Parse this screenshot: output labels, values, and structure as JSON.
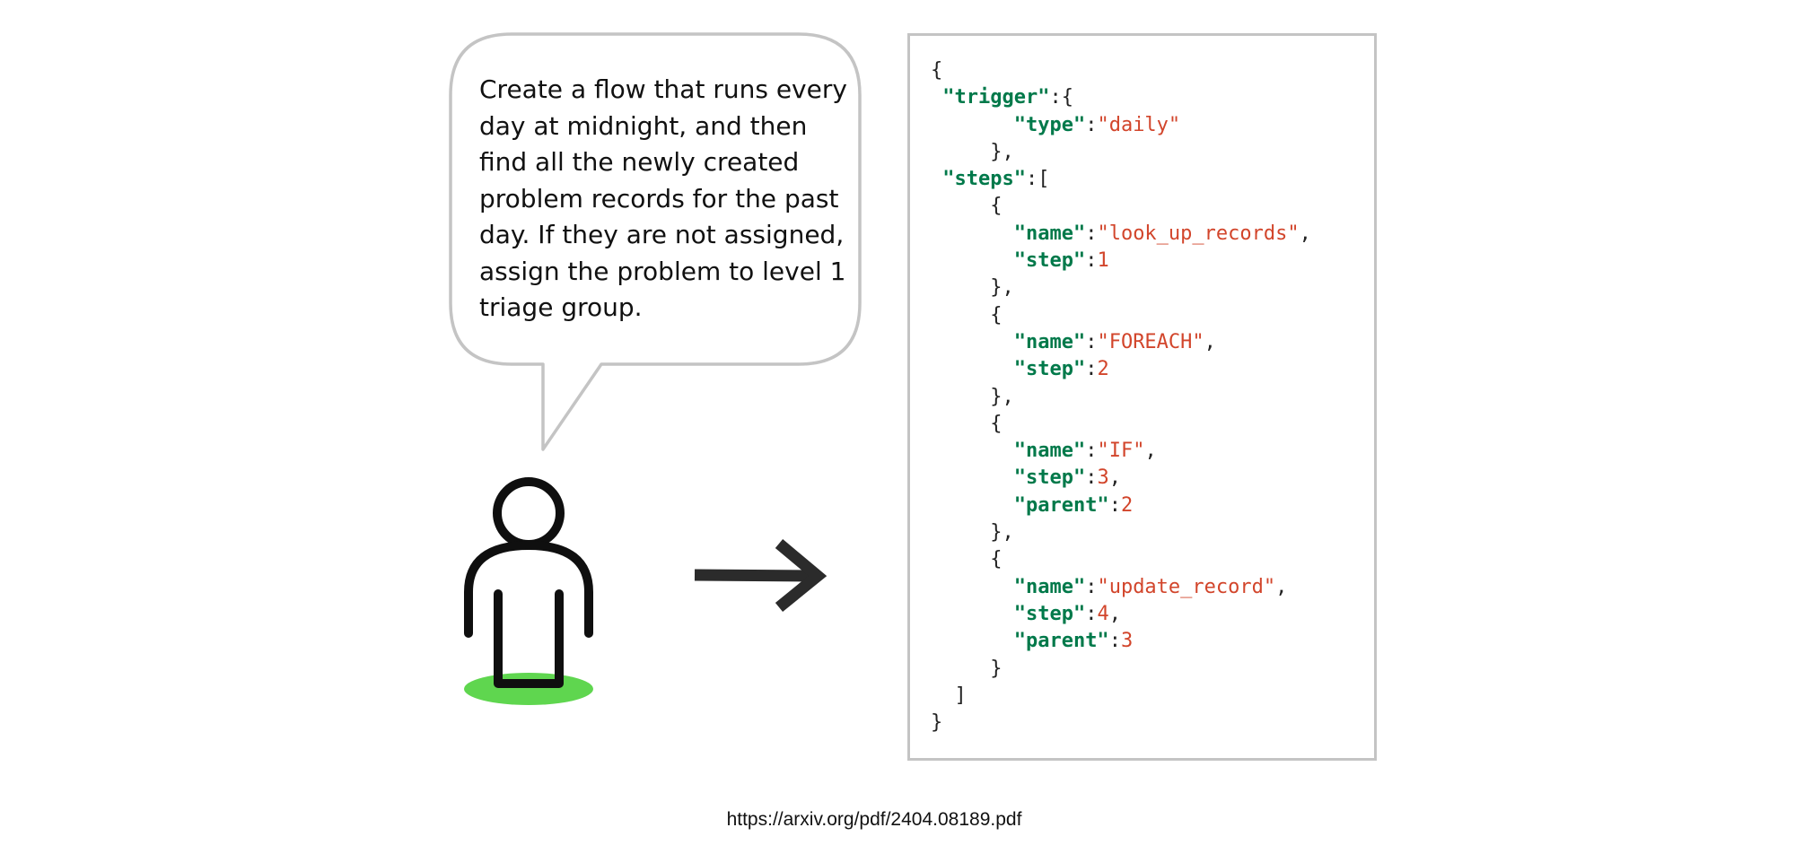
{
  "speech_bubble": {
    "lines": [
      "Create a flow that runs every",
      "day at midnight, and then",
      "find all the newly created",
      "problem records for the past",
      "day. If they are not assigned,",
      "assign the problem to level 1",
      "triage group."
    ]
  },
  "json_panel": {
    "lines": [
      {
        "indent": "",
        "tokens": [
          {
            "t": "p",
            "v": "{"
          }
        ]
      },
      {
        "indent": " ",
        "tokens": [
          {
            "t": "k",
            "v": "\"trigger\""
          },
          {
            "t": "p",
            "v": ":{"
          }
        ]
      },
      {
        "indent": "       ",
        "tokens": [
          {
            "t": "k",
            "v": "\"type\""
          },
          {
            "t": "p",
            "v": ":"
          },
          {
            "t": "s",
            "v": "\"daily\""
          }
        ]
      },
      {
        "indent": "     ",
        "tokens": [
          {
            "t": "p",
            "v": "},"
          }
        ]
      },
      {
        "indent": " ",
        "tokens": [
          {
            "t": "k",
            "v": "\"steps\""
          },
          {
            "t": "p",
            "v": ":["
          }
        ]
      },
      {
        "indent": "     ",
        "tokens": [
          {
            "t": "p",
            "v": "{"
          }
        ]
      },
      {
        "indent": "       ",
        "tokens": [
          {
            "t": "k",
            "v": "\"name\""
          },
          {
            "t": "p",
            "v": ":"
          },
          {
            "t": "s",
            "v": "\"look_up_records\""
          },
          {
            "t": "p",
            "v": ","
          }
        ]
      },
      {
        "indent": "       ",
        "tokens": [
          {
            "t": "k",
            "v": "\"step\""
          },
          {
            "t": "p",
            "v": ":"
          },
          {
            "t": "n",
            "v": "1"
          }
        ]
      },
      {
        "indent": "     ",
        "tokens": [
          {
            "t": "p",
            "v": "},"
          }
        ]
      },
      {
        "indent": "     ",
        "tokens": [
          {
            "t": "p",
            "v": "{"
          }
        ]
      },
      {
        "indent": "       ",
        "tokens": [
          {
            "t": "k",
            "v": "\"name\""
          },
          {
            "t": "p",
            "v": ":"
          },
          {
            "t": "s",
            "v": "\"FOREACH\""
          },
          {
            "t": "p",
            "v": ","
          }
        ]
      },
      {
        "indent": "       ",
        "tokens": [
          {
            "t": "k",
            "v": "\"step\""
          },
          {
            "t": "p",
            "v": ":"
          },
          {
            "t": "n",
            "v": "2"
          }
        ]
      },
      {
        "indent": "     ",
        "tokens": [
          {
            "t": "p",
            "v": "},"
          }
        ]
      },
      {
        "indent": "     ",
        "tokens": [
          {
            "t": "p",
            "v": "{"
          }
        ]
      },
      {
        "indent": "       ",
        "tokens": [
          {
            "t": "k",
            "v": "\"name\""
          },
          {
            "t": "p",
            "v": ":"
          },
          {
            "t": "s",
            "v": "\"IF\""
          },
          {
            "t": "p",
            "v": ","
          }
        ]
      },
      {
        "indent": "       ",
        "tokens": [
          {
            "t": "k",
            "v": "\"step\""
          },
          {
            "t": "p",
            "v": ":"
          },
          {
            "t": "n",
            "v": "3"
          },
          {
            "t": "p",
            "v": ","
          }
        ]
      },
      {
        "indent": "       ",
        "tokens": [
          {
            "t": "k",
            "v": "\"parent\""
          },
          {
            "t": "p",
            "v": ":"
          },
          {
            "t": "n",
            "v": "2"
          }
        ]
      },
      {
        "indent": "     ",
        "tokens": [
          {
            "t": "p",
            "v": "},"
          }
        ]
      },
      {
        "indent": "     ",
        "tokens": [
          {
            "t": "p",
            "v": "{"
          }
        ]
      },
      {
        "indent": "       ",
        "tokens": [
          {
            "t": "k",
            "v": "\"name\""
          },
          {
            "t": "p",
            "v": ":"
          },
          {
            "t": "s",
            "v": "\"update_record\""
          },
          {
            "t": "p",
            "v": ","
          }
        ]
      },
      {
        "indent": "       ",
        "tokens": [
          {
            "t": "k",
            "v": "\"step\""
          },
          {
            "t": "p",
            "v": ":"
          },
          {
            "t": "n",
            "v": "4"
          },
          {
            "t": "p",
            "v": ","
          }
        ]
      },
      {
        "indent": "       ",
        "tokens": [
          {
            "t": "k",
            "v": "\"parent\""
          },
          {
            "t": "p",
            "v": ":"
          },
          {
            "t": "n",
            "v": "3"
          }
        ]
      },
      {
        "indent": "     ",
        "tokens": [
          {
            "t": "p",
            "v": "}"
          }
        ]
      },
      {
        "indent": "  ",
        "tokens": [
          {
            "t": "p",
            "v": "]"
          }
        ]
      },
      {
        "indent": "",
        "tokens": [
          {
            "t": "p",
            "v": "}"
          }
        ]
      }
    ]
  },
  "colors": {
    "key": "#00794a",
    "value": "#d2452b",
    "punctuation": "#222222",
    "box_border": "#c4c4c4",
    "bubble_border": "#c4c4c4",
    "person": "#0f0f0f",
    "ground": "#5fd64f",
    "arrow": "#2b2b2b"
  },
  "icons": {
    "person": "person-icon",
    "arrow": "arrow-right-icon"
  },
  "footer": {
    "source_url": "https://arxiv.org/pdf/2404.08189.pdf"
  }
}
